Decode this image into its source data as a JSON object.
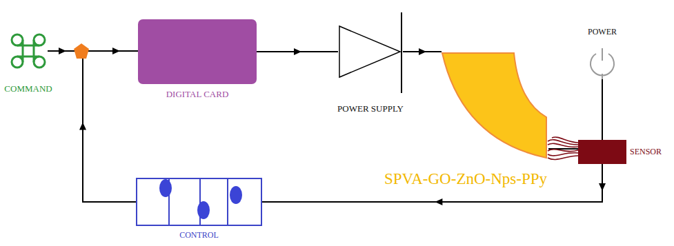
{
  "diagram": {
    "nodes": [
      {
        "text": [
          "COMMAND"
        ]
      },
      {
        "text": [
          "DIGITAL CARD"
        ]
      },
      {
        "text": [
          "POWER SUPPLY"
        ]
      },
      {
        "text": [
          "SPVA-GO-ZnO-Nps-PPy"
        ]
      },
      {
        "text": [
          "POWER"
        ]
      },
      {
        "text": [
          "SENSOR"
        ]
      },
      {
        "text": [
          "CONTROL"
        ]
      }
    ],
    "edges": [
      {
        "from": 0,
        "to": 1,
        "arrow": "to"
      },
      {
        "from": 1,
        "to": 2,
        "arrow": "to"
      },
      {
        "from": 2,
        "to": 3,
        "arrow": "to"
      },
      {
        "from": 3,
        "to": 5,
        "arrow": "none"
      },
      {
        "from": 4,
        "to": 5,
        "arrow": "none"
      },
      {
        "from": 5,
        "to": 6,
        "arrow": "to"
      },
      {
        "from": 6,
        "to": 1,
        "arrow": "to"
      }
    ]
  }
}
